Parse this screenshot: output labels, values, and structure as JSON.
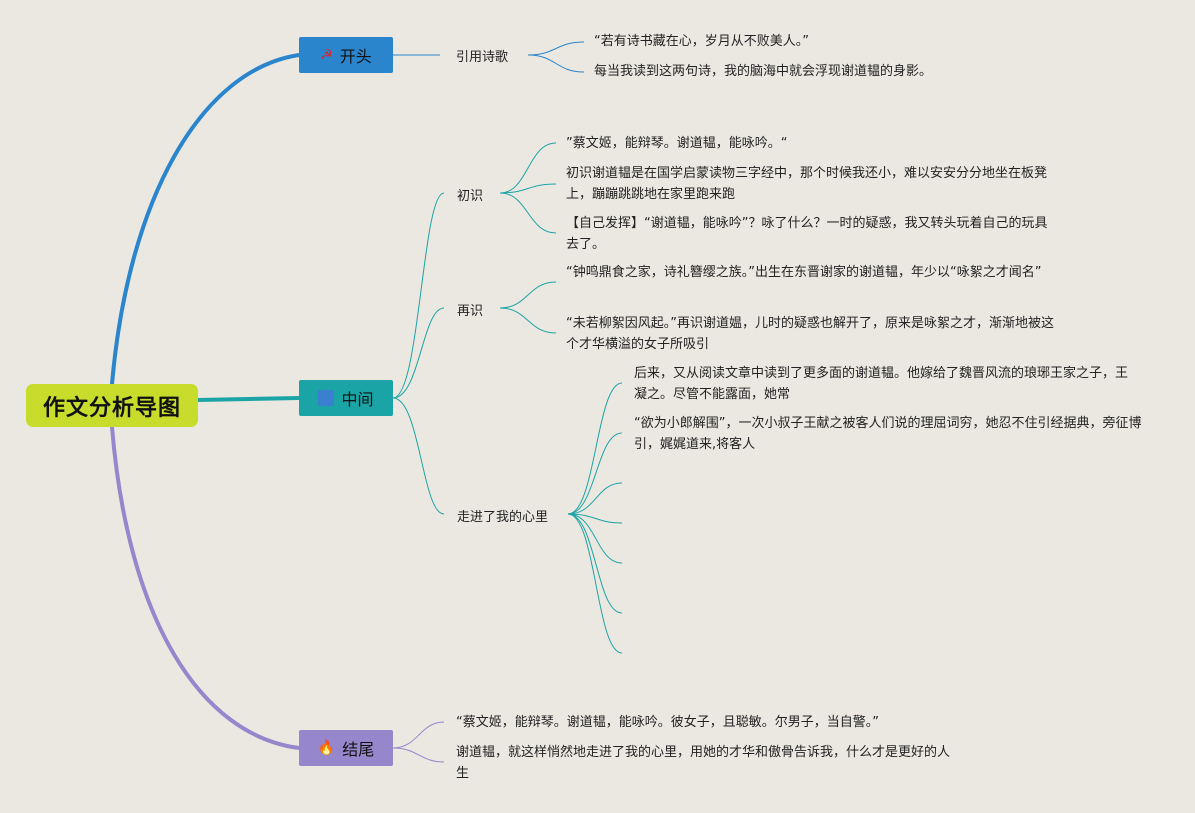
{
  "root": {
    "label": "作文分析导图"
  },
  "branches": {
    "start": {
      "label": "开头",
      "icon": "hammer-sickle-icon",
      "color": "#2a85cd",
      "sub": {
        "label": "引用诗歌",
        "items": [
          "“若有诗书藏在心，岁月从不败美人。”",
          "每当我读到这两句诗，我的脑海中就会浮现谢道韫的身影。"
        ]
      }
    },
    "middle": {
      "label": "中间",
      "icon": "blue-square-icon",
      "color": "#1ba4a5",
      "first": {
        "label": "初识",
        "items": [
          "”蔡文姬，能辩琴。谢道韫，能咏吟。“",
          "初识谢道韫是在国学启蒙读物三字经中，那个时候我还小，难以安安分分地坐在板凳上，蹦蹦跳跳地在家里跑来跑",
          "【自己发挥】“谢道韫，能咏吟”？咏了什么？一时的疑惑，我又转头玩着自己的玩具去了。"
        ]
      },
      "second": {
        "label": "再识",
        "items": [
          "“钟鸣鼎食之家，诗礼簪缨之族。”出生在东晋谢家的谢道韫，年少以“咏絮之才闻名”",
          "“未若柳絮因风起。”再识谢道媪，儿时的疑惑也解开了，原来是咏絮之才，渐渐地被这个才华横溢的女子所吸引"
        ]
      },
      "heart": {
        "label": "走进了我的心里",
        "items": [
          "后来，又从阅读文章中读到了更多面的谢道韫。他嫁给了魏晋风流的琅琊王家之子，王凝之。尽管不能露面，她常",
          "“欲为小郎解围”，一次小叔子王献之被客人们说的理屈词穷，她忍不住引经据典，旁征博引，娓娓道来,将客人"
        ]
      }
    },
    "end": {
      "label": "结尾",
      "icon": "fire-icon",
      "color": "#9686cc",
      "items": [
        "“蔡文姬，能辩琴。谢道韫，能咏吟。彼女子，且聪敏。尔男子，当自警。”",
        "谢道韫，就这样悄然地走进了我的心里，用她的才华和傲骨告诉我，什么才是更好的人生"
      ]
    }
  }
}
